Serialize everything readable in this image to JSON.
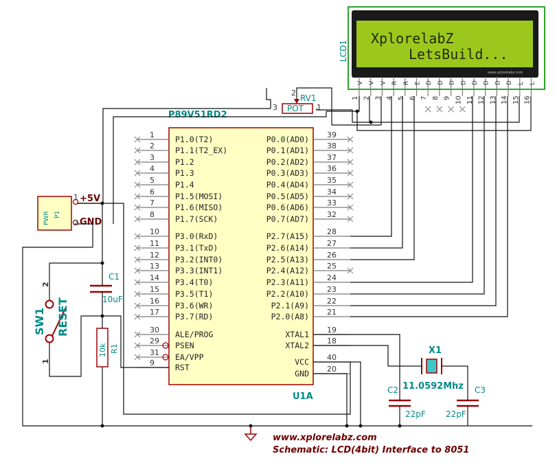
{
  "mcu": {
    "ref": "U1A",
    "part": "P89V51RD2",
    "left_pins": [
      {
        "num": "1",
        "name": "P1.0(T2)"
      },
      {
        "num": "2",
        "name": "P1.1(T2_EX)"
      },
      {
        "num": "3",
        "name": "P1.2"
      },
      {
        "num": "4",
        "name": "P1.3"
      },
      {
        "num": "5",
        "name": "P1.4"
      },
      {
        "num": "6",
        "name": "P1.5(MOSI)"
      },
      {
        "num": "7",
        "name": "P1.6(MISO)"
      },
      {
        "num": "8",
        "name": "P1.7(SCK)"
      },
      {
        "num": "10",
        "name": "P3.0(RxD)"
      },
      {
        "num": "11",
        "name": "P3.1(TxD)"
      },
      {
        "num": "12",
        "name": "P3.2(INT0)"
      },
      {
        "num": "13",
        "name": "P3.3(INT1)"
      },
      {
        "num": "14",
        "name": "P3.4(T0)"
      },
      {
        "num": "15",
        "name": "P3.5(T1)"
      },
      {
        "num": "16",
        "name": "P3.6(WR)"
      },
      {
        "num": "17",
        "name": "P3.7(RD)"
      },
      {
        "num": "30",
        "name": "ALE/PROG"
      },
      {
        "num": "29",
        "name": "PSEN"
      },
      {
        "num": "31",
        "name": "EA/VPP"
      },
      {
        "num": "9",
        "name": "RST"
      }
    ],
    "right_pins": [
      {
        "num": "39",
        "name": "P0.0(AD0)"
      },
      {
        "num": "38",
        "name": "P0.1(AD1)"
      },
      {
        "num": "37",
        "name": "P0.2(AD2)"
      },
      {
        "num": "36",
        "name": "P0.3(AD3)"
      },
      {
        "num": "35",
        "name": "P0.4(AD4)"
      },
      {
        "num": "34",
        "name": "P0.5(AD5)"
      },
      {
        "num": "33",
        "name": "P0.6(AD6)"
      },
      {
        "num": "32",
        "name": "P0.7(AD7)"
      },
      {
        "num": "28",
        "name": "P2.7(A15)"
      },
      {
        "num": "27",
        "name": "P2.6(A14)"
      },
      {
        "num": "26",
        "name": "P2.5(A13)"
      },
      {
        "num": "25",
        "name": "P2.4(A12)"
      },
      {
        "num": "24",
        "name": "P2.3(A11)"
      },
      {
        "num": "23",
        "name": "P2.2(A10)"
      },
      {
        "num": "22",
        "name": "P2.1(A9)"
      },
      {
        "num": "21",
        "name": "P2.0(A8)"
      },
      {
        "num": "19",
        "name": "XTAL1"
      },
      {
        "num": "18",
        "name": "XTAL2"
      },
      {
        "num": "40",
        "name": "VCC"
      },
      {
        "num": "20",
        "name": "GND"
      }
    ]
  },
  "lcd": {
    "ref": "LCD1",
    "line1": "XplorelabZ",
    "line2": "LetsBuild...",
    "brand": "www.xplorelabz.com",
    "pin_numbers": [
      "1",
      "2",
      "3",
      "4",
      "5",
      "6",
      "7",
      "8",
      "9",
      "10",
      "11",
      "12",
      "13",
      "14",
      "15",
      "16"
    ],
    "pin_labels": [
      "V",
      "V",
      "V",
      "R",
      "R",
      "E",
      "D",
      "D",
      "D",
      "D",
      "D",
      "D",
      "D",
      "D",
      "L",
      "L"
    ]
  },
  "pot": {
    "ref": "RV1",
    "value": "POT",
    "pin_left": "3",
    "pin_right": "1",
    "pin_wiper": "2"
  },
  "power": {
    "ref": "P1",
    "name": "PWR",
    "pin1": "1",
    "pin2": "2",
    "net_vcc": "+5V",
    "net_gnd": "GND"
  },
  "c1": {
    "ref": "C1",
    "value": "10uF"
  },
  "r1": {
    "ref": "R1",
    "value": "10k"
  },
  "sw1": {
    "ref": "SW1",
    "value": "RESET",
    "pin_top": "2",
    "pin_bottom": "1"
  },
  "x1": {
    "ref": "X1",
    "value": "11.0592Mhz"
  },
  "c2": {
    "ref": "C2",
    "value": "22pF"
  },
  "c3": {
    "ref": "C3",
    "value": "22pF"
  },
  "caption": {
    "line1": "www.xplorelabz.com",
    "line2": "Schematic: LCD(4bit) Interface to 8051"
  },
  "colors": {
    "wire": "#101010",
    "component": "#9b0000",
    "reference": "#008a8a",
    "net_label": "#6b0000",
    "lcd_screen": "#9cc81e",
    "lcd_frame": "#1a1a1a",
    "frame_border": "#2ea12e"
  }
}
